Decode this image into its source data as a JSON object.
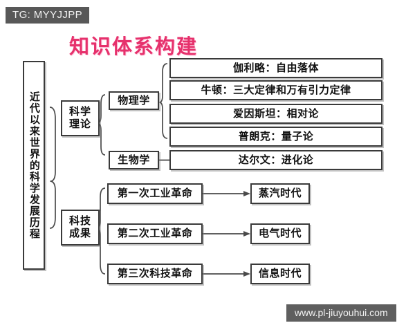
{
  "watermarks": {
    "tg_tag": "TG: MYYJJPP",
    "site_tag": "www.pl-jiuyouhui.com"
  },
  "title": "知识体系构建",
  "colors": {
    "title": "#e6316c",
    "box_border": "#3a3a3a",
    "background": "#ffffff",
    "tag_background": "#585858"
  },
  "diagram": {
    "type": "tree-mindmap",
    "root": {
      "label": "近代以来世界的科学发展历程",
      "orientation": "vertical"
    },
    "branches": [
      {
        "label_line1": "科学",
        "label_line2": "理论",
        "label": "科学理论",
        "children": [
          {
            "label": "物理学",
            "items": [
              "伽利略：自由落体",
              "牛顿：三大定律和万有引力定律",
              "爱因斯坦：相对论",
              "普朗克：量子论"
            ]
          },
          {
            "label": "生物学",
            "items": [
              "达尔文：进化论"
            ]
          }
        ]
      },
      {
        "label_line1": "科技",
        "label_line2": "成果",
        "label": "科技成果",
        "pairs": [
          {
            "cause": "第一次工业革命",
            "result": "蒸汽时代"
          },
          {
            "cause": "第二次工业革命",
            "result": "电气时代"
          },
          {
            "cause": "第三次科技革命",
            "result": "信息时代"
          }
        ]
      }
    ]
  }
}
